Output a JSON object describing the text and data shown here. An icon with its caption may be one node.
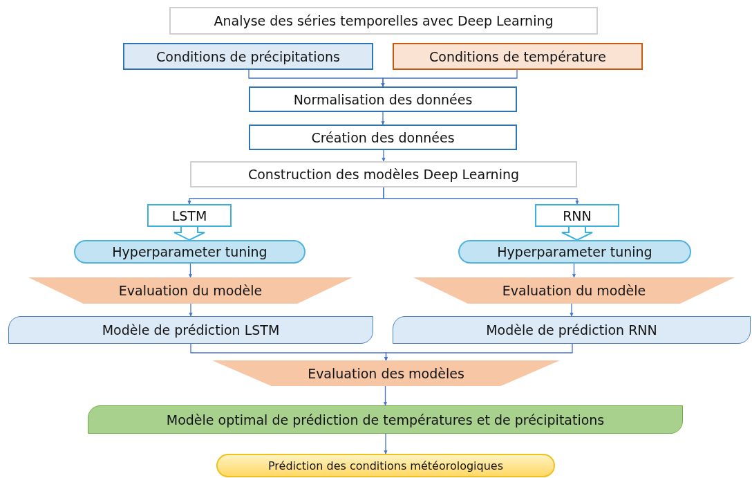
{
  "diagram": {
    "nodes": [
      {
        "text": [
          "Analyse des séries temporelles avec Deep Learning"
        ]
      },
      {
        "text": [
          "Conditions de précipitations"
        ]
      },
      {
        "text": [
          "Conditions de température"
        ]
      },
      {
        "text": [
          "Normalisation des données"
        ]
      },
      {
        "text": [
          "Création des données"
        ]
      },
      {
        "text": [
          "Construction des modèles Deep Learning"
        ]
      },
      {
        "text": [
          "LSTM"
        ]
      },
      {
        "text": [
          "Hyperparameter tuning"
        ]
      },
      {
        "text": [
          "Evaluation du modèle"
        ]
      },
      {
        "text": [
          "Modèle de prédiction LSTM"
        ]
      },
      {
        "text": [
          "RNN"
        ]
      },
      {
        "text": [
          "Hyperparameter tuning"
        ]
      },
      {
        "text": [
          "Evaluation du modèle"
        ]
      },
      {
        "text": [
          "Modèle de prédiction RNN"
        ]
      },
      {
        "text": [
          "Evaluation des modèles"
        ]
      },
      {
        "text": [
          "Modèle optimal de prédiction de températures et de précipitations"
        ]
      },
      {
        "text": [
          "Prédiction des conditions météorologiques"
        ]
      }
    ],
    "edges": [
      {
        "from": 1,
        "to": 3,
        "arrow": "to"
      },
      {
        "from": 2,
        "to": 3,
        "arrow": "to"
      },
      {
        "from": 3,
        "to": 4,
        "arrow": "to"
      },
      {
        "from": 4,
        "to": 5,
        "arrow": "to"
      },
      {
        "from": 5,
        "to": 6,
        "arrow": "to"
      },
      {
        "from": 5,
        "to": 10,
        "arrow": "to"
      },
      {
        "from": 6,
        "to": 7,
        "arrow": "to",
        "color": "#3cb0dc",
        "style": "thick"
      },
      {
        "from": 7,
        "to": 8,
        "arrow": "to"
      },
      {
        "from": 8,
        "to": 9,
        "arrow": "to"
      },
      {
        "from": 10,
        "to": 11,
        "arrow": "to",
        "color": "#3cb0dc",
        "style": "thick"
      },
      {
        "from": 11,
        "to": 12,
        "arrow": "to"
      },
      {
        "from": 12,
        "to": 13,
        "arrow": "to"
      },
      {
        "from": 9,
        "to": 14,
        "arrow": "to"
      },
      {
        "from": 13,
        "to": 14,
        "arrow": "to"
      },
      {
        "from": 14,
        "to": 15,
        "arrow": "to"
      },
      {
        "from": 15,
        "to": 16,
        "arrow": "to"
      }
    ]
  }
}
